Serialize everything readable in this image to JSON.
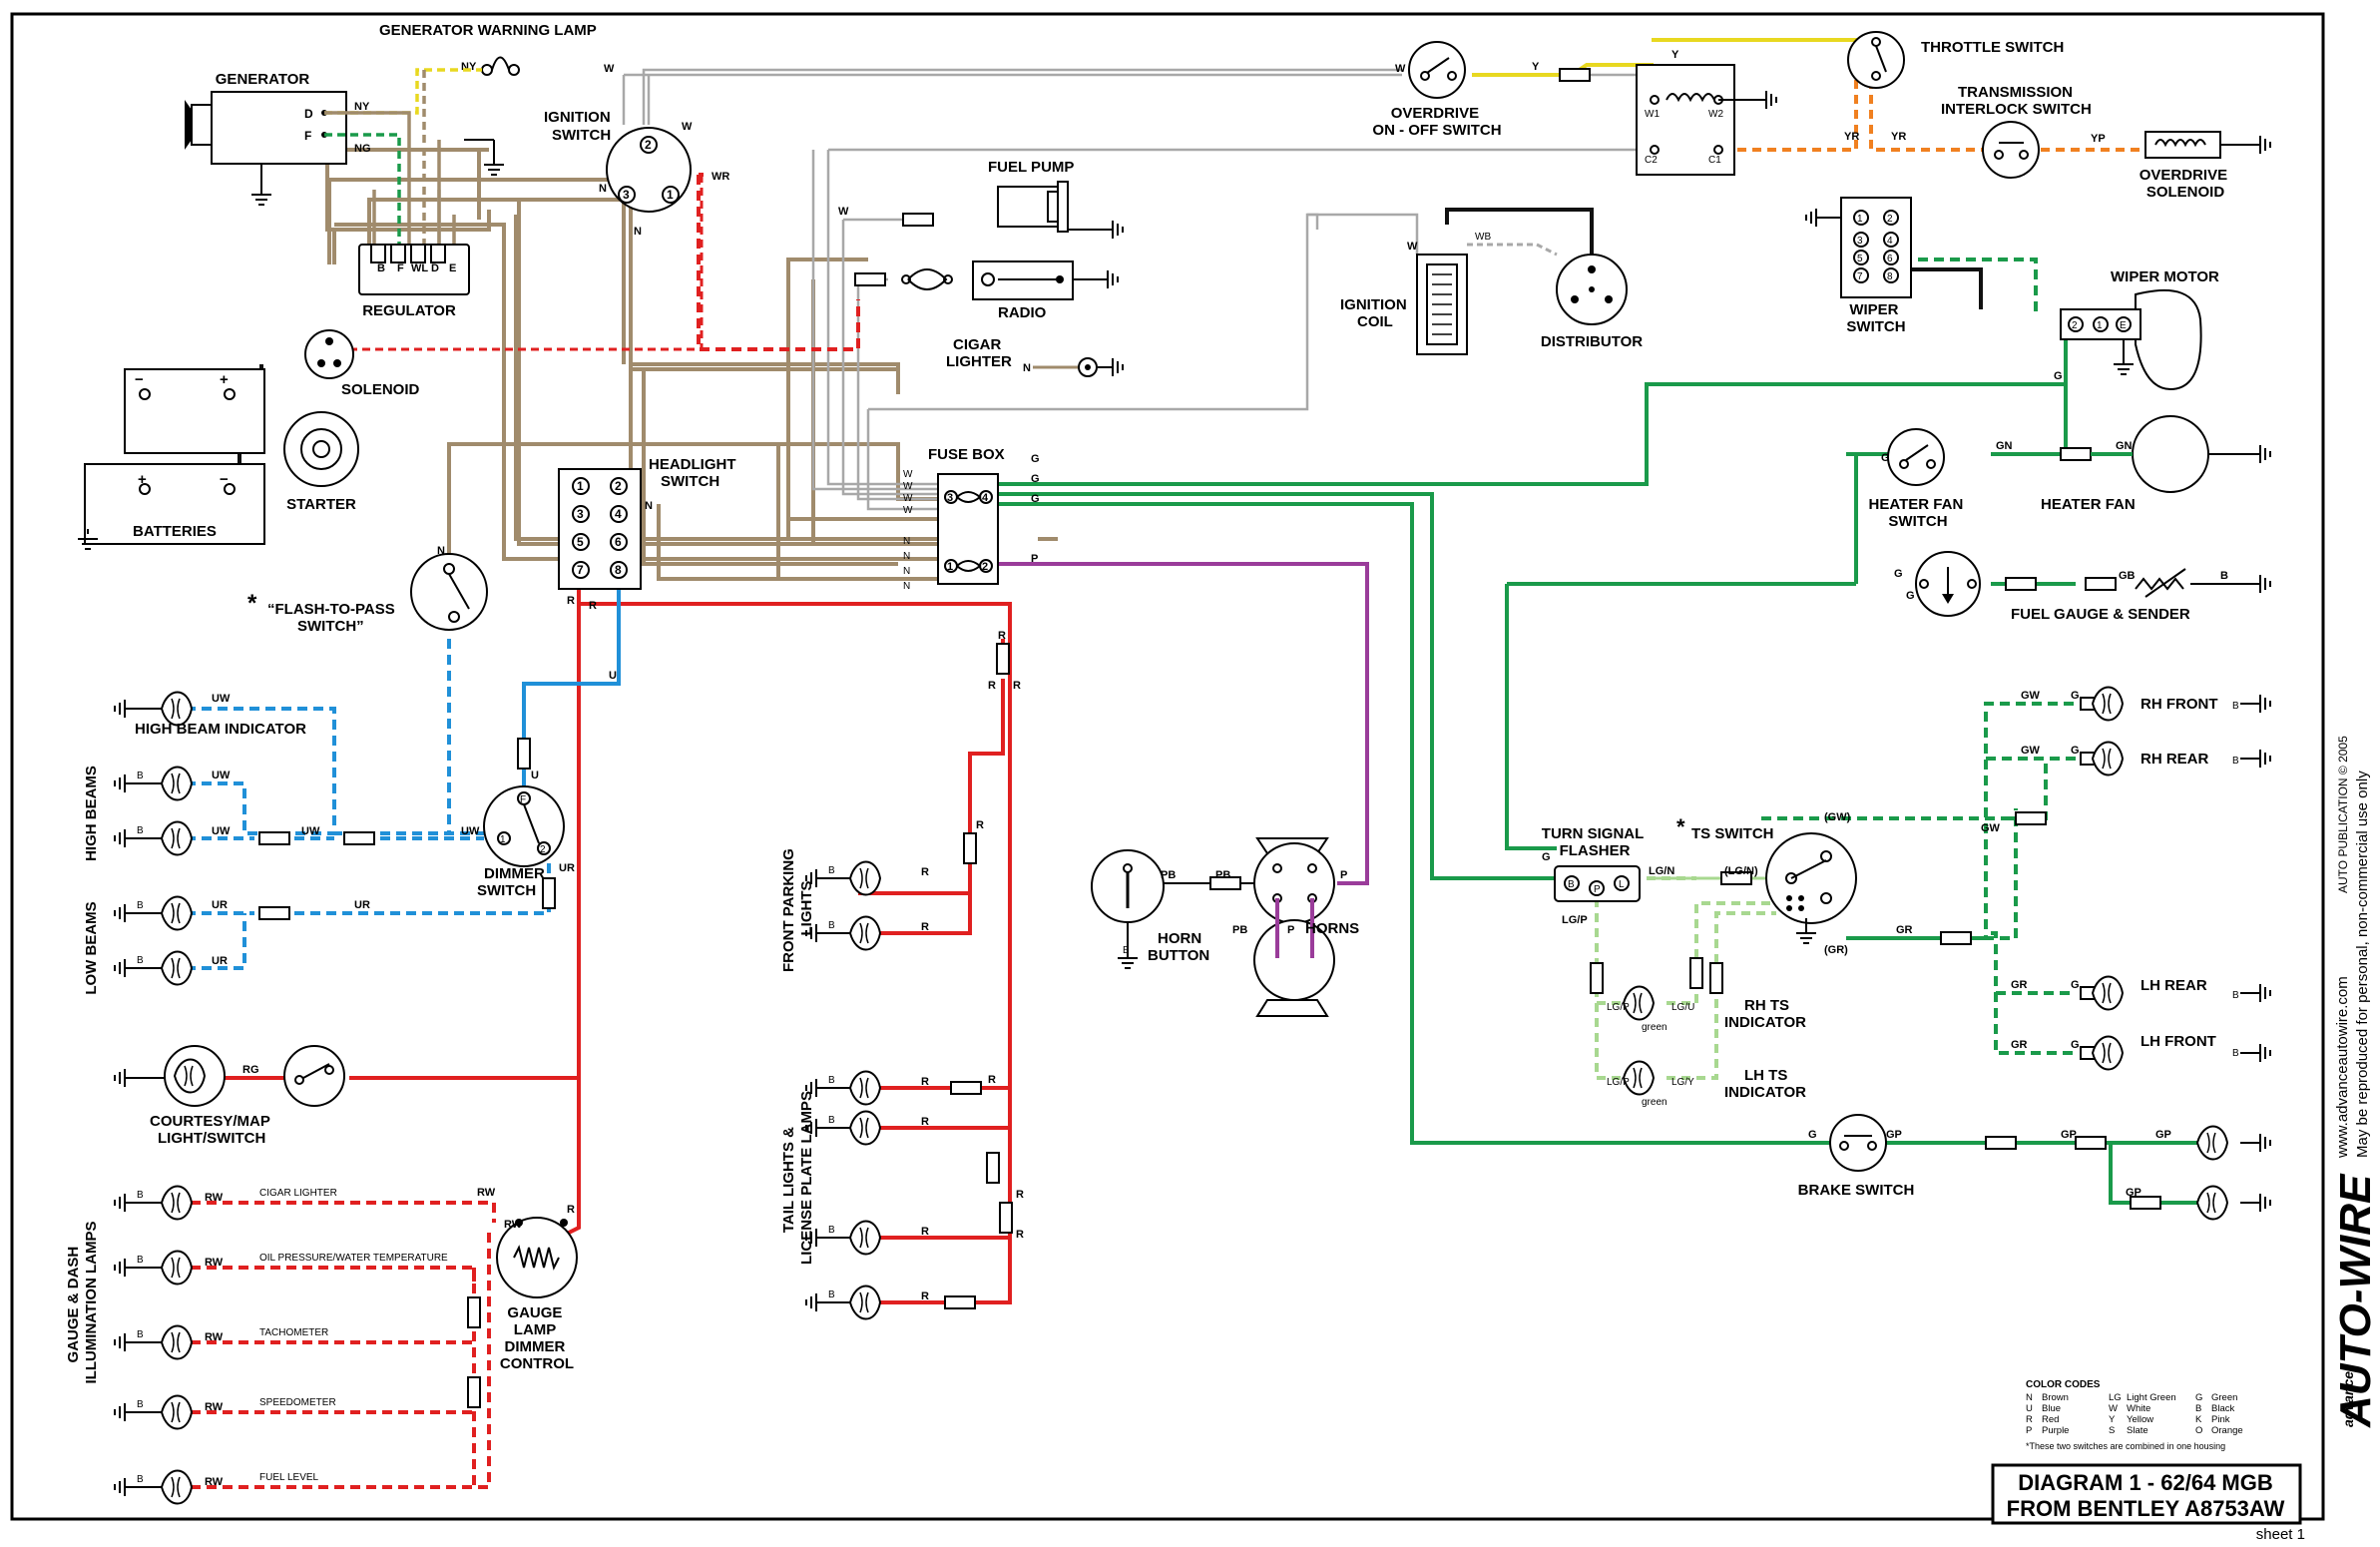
{
  "components": {
    "generator_warning_lamp": "GENERATOR WARNING LAMP",
    "generator": "GENERATOR",
    "ignition_switch": [
      "IGNITION",
      "SWITCH"
    ],
    "regulator": "REGULATOR",
    "solenoid": "SOLENOID",
    "starter": "STARTER",
    "batteries": "BATTERIES",
    "fuel_pump": "FUEL PUMP",
    "radio": "RADIO",
    "cigar_lighter": [
      "CIGAR",
      "LIGHTER"
    ],
    "fuse_box": "FUSE BOX",
    "headlight_switch": [
      "HEADLIGHT",
      "SWITCH"
    ],
    "flash_to_pass": [
      "“FLASH-TO-PASS",
      "SWITCH”"
    ],
    "high_beam_indicator": "HIGH BEAM INDICATOR",
    "high_beams": "HIGH BEAMS",
    "low_beams": "LOW BEAMS",
    "dimmer_switch": [
      "DIMMER",
      "SWITCH"
    ],
    "courtesy_map": [
      "COURTESY/MAP",
      "LIGHT/SWITCH"
    ],
    "gauge_dash": [
      "GAUGE  & DASH",
      "ILLUMINATION LAMPS"
    ],
    "gauge_lamp_dimmer": [
      "GAUGE",
      "LAMP",
      "DIMMER",
      "CONTROL"
    ],
    "front_parking": [
      "FRONT PARKING",
      "LIGHTS"
    ],
    "tail_lights": [
      "TAIL LIGHTS &",
      "LICENSE PLATE LAMPS"
    ],
    "horn_button": [
      "HORN",
      "BUTTON"
    ],
    "horns": "HORNS",
    "overdrive_switch": [
      "OVERDRIVE",
      "ON - OFF SWITCH"
    ],
    "throttle_switch": "THROTTLE SWITCH",
    "transmission_interlock": [
      "TRANSMISSION",
      "INTERLOCK SWITCH"
    ],
    "overdrive_solenoid": [
      "OVERDRIVE",
      "SOLENOID"
    ],
    "ignition_coil": [
      "IGNITION",
      "COIL"
    ],
    "distributor": "DISTRIBUTOR",
    "wiper_switch": [
      "WIPER",
      "SWITCH"
    ],
    "wiper_motor": "WIPER MOTOR",
    "heater_fan_switch": [
      "HEATER FAN",
      "SWITCH"
    ],
    "heater_fan": "HEATER FAN",
    "fuel_gauge": "FUEL GAUGE & SENDER",
    "rh_front": "RH FRONT",
    "rh_rear": "RH REAR",
    "lh_rear": "LH REAR",
    "lh_front": "LH FRONT",
    "turn_signal_flasher": [
      "TURN SIGNAL",
      "FLASHER"
    ],
    "ts_switch": "TS SWITCH",
    "rh_ts_indicator": [
      "RH TS",
      "INDICATOR"
    ],
    "lh_ts_indicator": [
      "LH TS",
      "INDICATOR"
    ],
    "brake_switch": "BRAKE SWITCH",
    "star": "*"
  },
  "gauge_labels": {
    "cigar": "CIGAR LIGHTER",
    "oil": "OIL PRESSURE/WATER TEMPERATURE",
    "tach": "TACHOMETER",
    "speedo": "SPEEDOMETER",
    "fuel": "FUEL LEVEL"
  },
  "color_codes": {
    "title": "COLOR CODES",
    "rows": [
      [
        "N",
        "Brown",
        "LG",
        "Light Green",
        "G",
        "Green"
      ],
      [
        "U",
        "Blue",
        "W",
        "White",
        "B",
        "Black"
      ],
      [
        "R",
        "Red",
        "Y",
        "Yellow",
        "K",
        "Pink"
      ],
      [
        "P",
        "Purple",
        "S",
        "Slate",
        "O",
        "Orange"
      ]
    ],
    "note": "*These two switches are combined in one housing"
  },
  "title_box": {
    "line1": "DIAGRAM 1 - 62/64 MGB",
    "line2": "FROM BENTLEY A8753AW"
  },
  "sheet": "sheet 1",
  "credits": {
    "publication": "AUTO PUBLICATION  © 2005",
    "license": "May be reproduced for personal, non-commercial use only",
    "url": "www.advanceautowire.com",
    "brand_top": "advance",
    "brand": "AUTO-WIRE"
  },
  "colors": {
    "brown": "#a08b6c",
    "red": "#e02020",
    "blue": "#2090d8",
    "green": "#1a9a4a",
    "purple": "#9a3c9a",
    "white_wire": "#a8a8a8",
    "yellow": "#e8d820",
    "orange": "#f08020",
    "light_green": "#a8d890",
    "black": "#111111"
  }
}
